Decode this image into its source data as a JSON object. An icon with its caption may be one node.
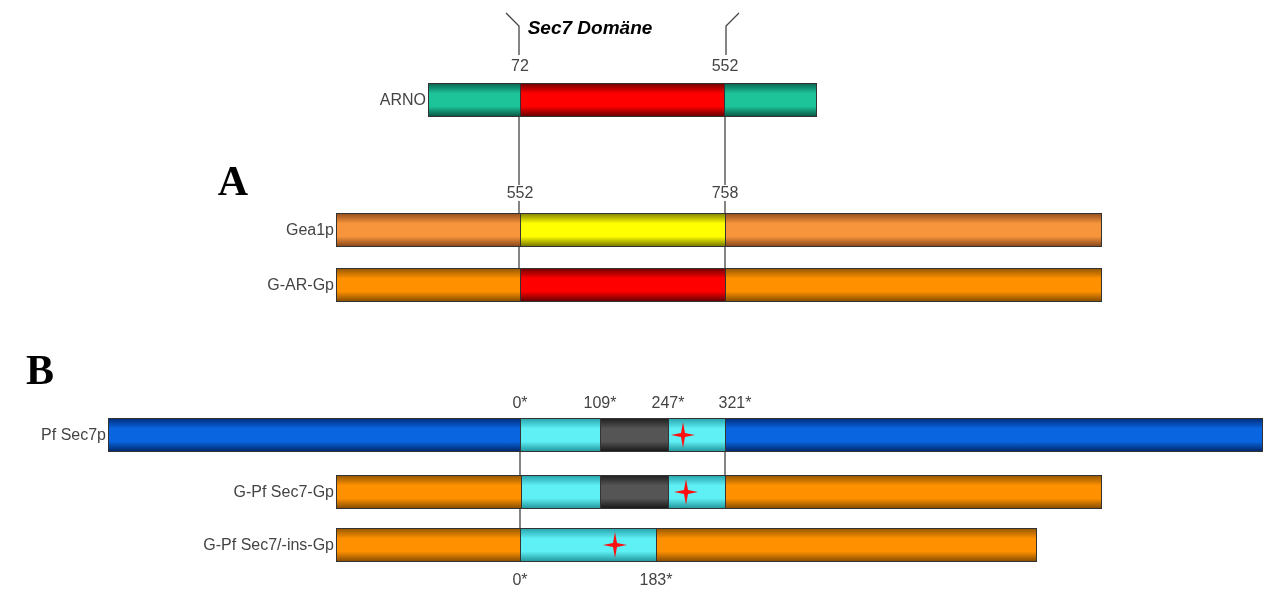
{
  "diagram": {
    "nodes": [
      {
        "text": [
          "ARNO"
        ]
      },
      {
        "text": [
          "Gea1p"
        ]
      },
      {
        "text": [
          "G-AR-Gp"
        ]
      },
      {
        "text": [
          "Pf Sec7p"
        ]
      },
      {
        "text": [
          "G-Pf Sec7-Gp"
        ]
      },
      {
        "text": [
          "G-Pf Sec7/-ins-Gp"
        ]
      }
    ],
    "edges": [
      {
        "from": 0,
        "to": 1,
        "arrow": "none"
      },
      {
        "from": 0,
        "to": 1,
        "arrow": "none"
      },
      {
        "from": 1,
        "to": 2,
        "arrow": "none"
      },
      {
        "from": 1,
        "to": 2,
        "arrow": "none"
      },
      {
        "from": 3,
        "to": 4,
        "arrow": "none"
      },
      {
        "from": 3,
        "to": 4,
        "arrow": "none"
      },
      {
        "from": 4,
        "to": 5,
        "arrow": "none"
      }
    ],
    "labels": [
      "Sec7 Domäne",
      "72",
      "552",
      "A",
      "552",
      "758",
      "B",
      "0*",
      "109*",
      "247*",
      "321*",
      "0*",
      "183*"
    ]
  }
}
